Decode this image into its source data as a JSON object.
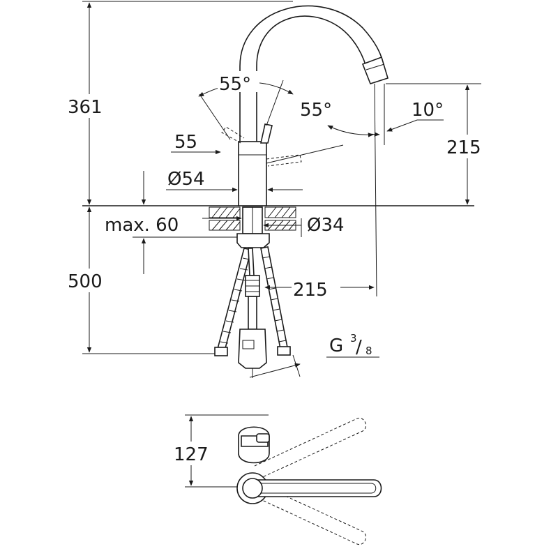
{
  "front_view": {
    "dim_height_total": "361",
    "dim_angle_handle": "55°",
    "dim_angle_spout": "55°",
    "dim_angle_tilt": "10°",
    "dim_handle_height": "55",
    "dim_body_diameter": "Ø54",
    "dim_spout_height": "215",
    "dim_counter_thickness": "max. 60",
    "dim_hole_diameter": "Ø34",
    "dim_spout_reach": "215",
    "dim_hose_length": "500",
    "dim_thread_prefix": "G",
    "dim_thread_num": "3",
    "dim_thread_den": "8"
  },
  "top_view": {
    "dim_depth": "127"
  }
}
